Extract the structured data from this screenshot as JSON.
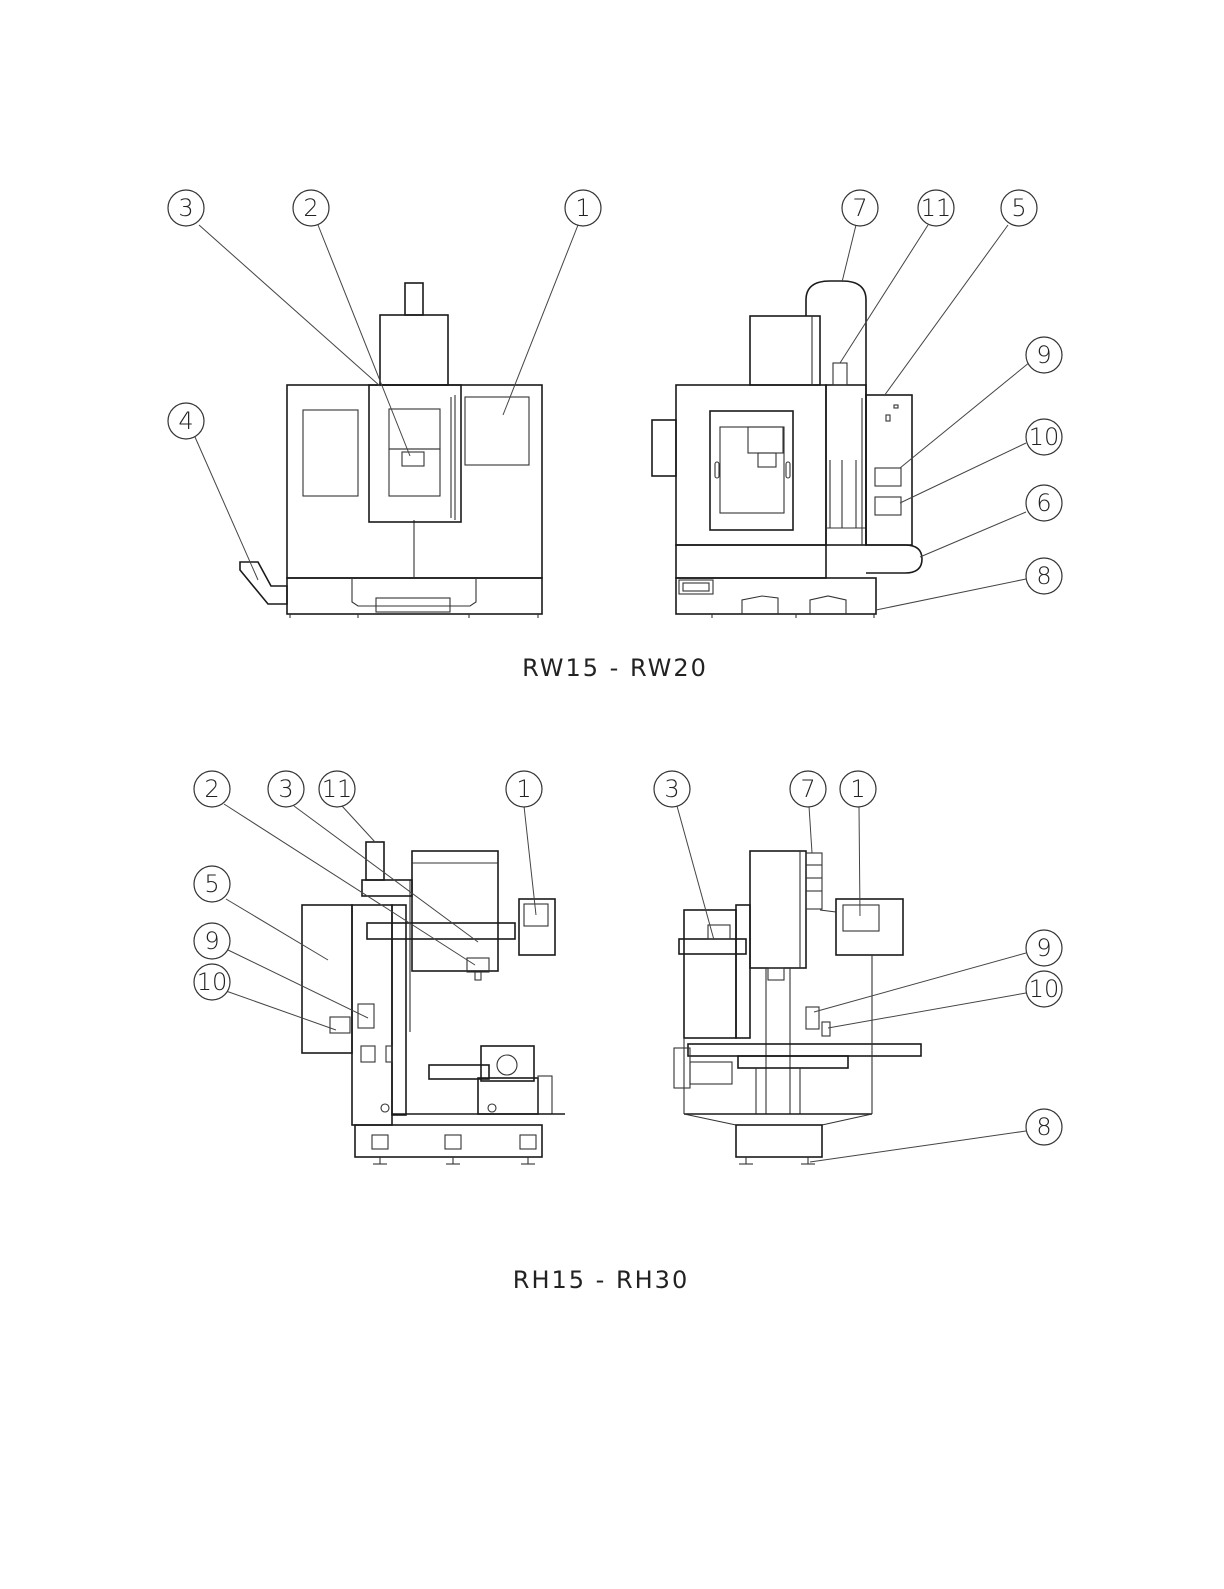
{
  "captions": {
    "top": "RW15 - RW20",
    "bottom": "RH15 - RH30"
  },
  "callouts": {
    "top_front": [
      "3",
      "2",
      "1",
      "4"
    ],
    "top_side": [
      "7",
      "11",
      "5",
      "9",
      "10",
      "6",
      "8"
    ],
    "bottom_side": [
      "2",
      "3",
      "11",
      "1",
      "5",
      "9",
      "10"
    ],
    "bottom_front": [
      "3",
      "7",
      "1",
      "9",
      "10",
      "8"
    ]
  }
}
